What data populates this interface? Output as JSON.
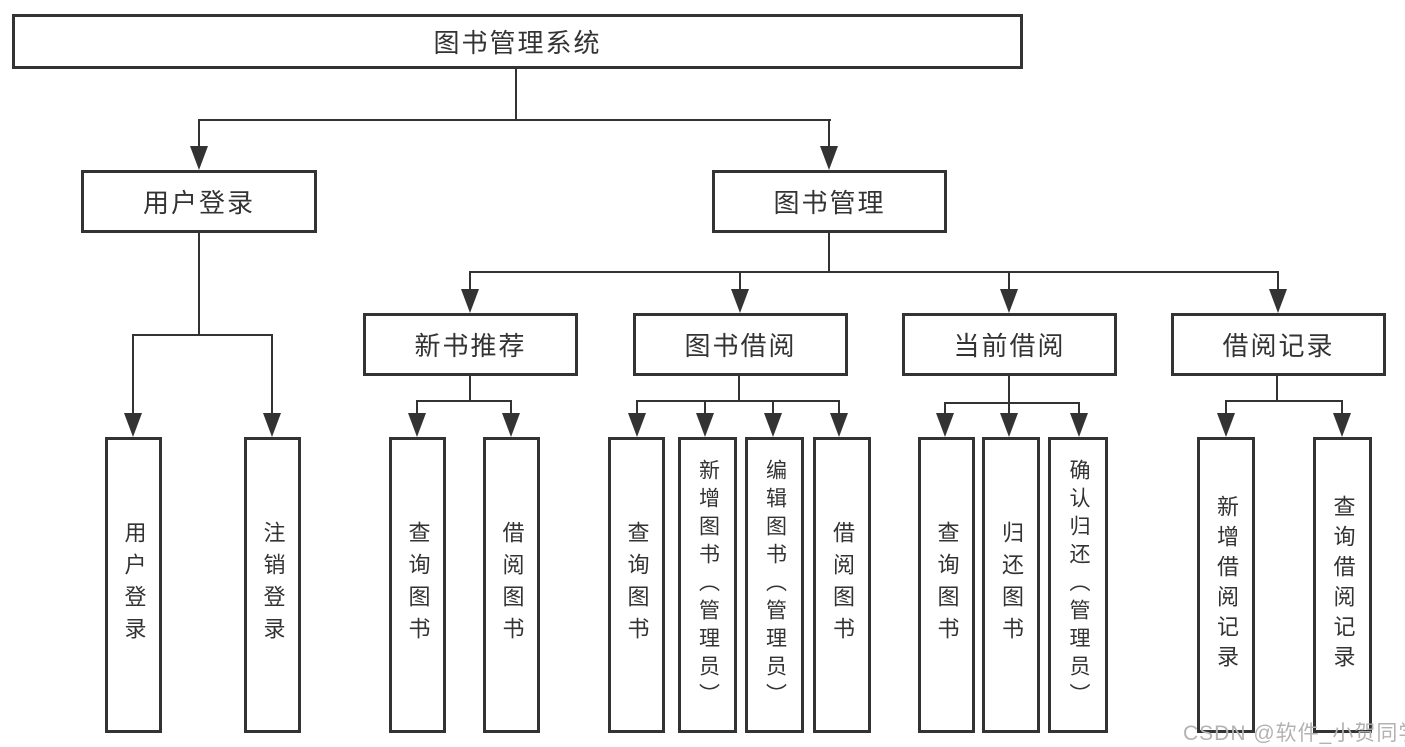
{
  "colors": {
    "bg": "#ffffff",
    "box_bg": "#ffffff",
    "box_border": "#333333",
    "line": "#333333",
    "text": "#333333",
    "watermark": "#b3b3b3"
  },
  "watermark": {
    "text": "CSDN @软件_小贺同学"
  },
  "tree": {
    "label": "图书管理系统",
    "children": [
      {
        "label": "用户登录",
        "children": [
          {
            "label": "用户登录"
          },
          {
            "label": "注销登录"
          }
        ]
      },
      {
        "label": "图书管理",
        "children": [
          {
            "label": "新书推荐",
            "children": [
              {
                "label": "查询图书"
              },
              {
                "label": "借阅图书"
              }
            ]
          },
          {
            "label": "图书借阅",
            "children": [
              {
                "label": "查询图书"
              },
              {
                "label": "新增图书（管理员）"
              },
              {
                "label": "编辑图书（管理员）"
              },
              {
                "label": "借阅图书"
              }
            ]
          },
          {
            "label": "当前借阅",
            "children": [
              {
                "label": "查询图书"
              },
              {
                "label": "归还图书"
              },
              {
                "label": "确认归还（管理员）"
              }
            ]
          },
          {
            "label": "借阅记录",
            "children": [
              {
                "label": "新增借阅记录"
              },
              {
                "label": "查询借阅记录"
              }
            ]
          }
        ]
      }
    ]
  }
}
